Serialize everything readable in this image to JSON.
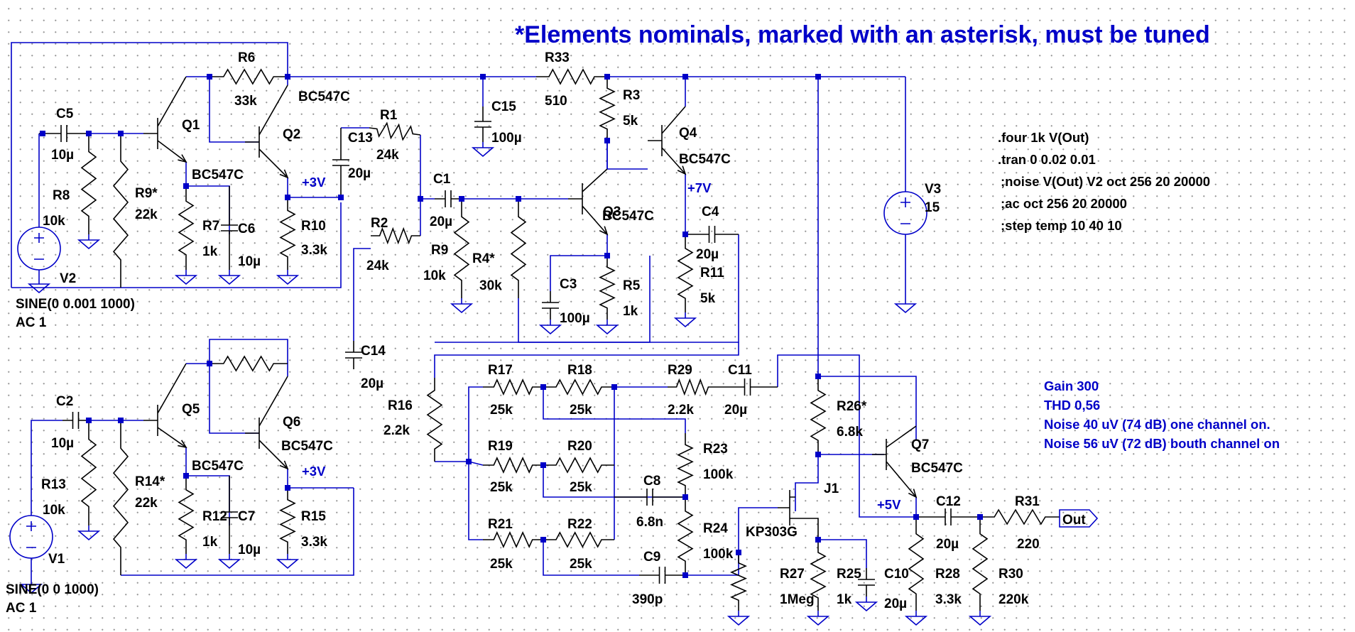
{
  "title": "*Elements nominals, marked with an asterisk, must be tuned",
  "directives": [
    ".four 1k V(Out)",
    ".tran 0 0.02 0.01",
    ";noise V(Out) V2 oct 256 20 20000",
    ";ac oct 256 20 20000",
    ";step temp 10 40 10"
  ],
  "results": [
    "Gain 300",
    "THD 0,56",
    "Noise 40 uV (74 dB) one channel on.",
    "Noise 56 uV (72 dB) bouth channel on"
  ],
  "rails": {
    "rail_3v_a": "+3V",
    "rail_3v_b": "+3V",
    "rail_7v": "+7V",
    "rail_5v": "+5V"
  },
  "out_label": "Out",
  "sources": {
    "V1": {
      "ref": "V1",
      "spec1": "SINE(0 0 1000)",
      "spec2": "AC 1"
    },
    "V2": {
      "ref": "V2",
      "spec1": "SINE(0 0.001 1000)",
      "spec2": "AC 1"
    },
    "V3": {
      "ref": "V3",
      "value": "15"
    }
  },
  "transistors": {
    "Q1": {
      "ref": "Q1",
      "model": "BC547C"
    },
    "Q2": {
      "ref": "Q2",
      "model": "BC547C"
    },
    "Q3": {
      "ref": "Q3",
      "model": "BC547C"
    },
    "Q4": {
      "ref": "Q4",
      "model": "BC547C"
    },
    "Q5": {
      "ref": "Q5",
      "model": "BC547C"
    },
    "Q6": {
      "ref": "Q6",
      "model": "BC547C"
    },
    "Q7": {
      "ref": "Q7",
      "model": "BC547C"
    },
    "J1": {
      "ref": "J1",
      "model": "KP303G"
    }
  },
  "resistors": {
    "R1": {
      "ref": "R1",
      "value": "24k"
    },
    "R2": {
      "ref": "R2",
      "value": "24k"
    },
    "R3": {
      "ref": "R3",
      "value": "5k"
    },
    "R4": {
      "ref": "R4*",
      "value": "30k"
    },
    "R5": {
      "ref": "R5",
      "value": "1k"
    },
    "R6": {
      "ref": "R6",
      "value": "33k"
    },
    "R7": {
      "ref": "R7",
      "value": "1k"
    },
    "R8": {
      "ref": "R8",
      "value": "10k"
    },
    "R9a": {
      "ref": "R9*",
      "value": "22k"
    },
    "R9b": {
      "ref": "R9",
      "value": "10k"
    },
    "R10": {
      "ref": "R10",
      "value": "3.3k"
    },
    "R11": {
      "ref": "R11",
      "value": "5k"
    },
    "R12": {
      "ref": "R12",
      "value": "1k"
    },
    "R13": {
      "ref": "R13",
      "value": "10k"
    },
    "R14": {
      "ref": "R14*",
      "value": "22k"
    },
    "R15": {
      "ref": "R15",
      "value": "3.3k"
    },
    "R16": {
      "ref": "R16",
      "value": "2.2k"
    },
    "R17": {
      "ref": "R17",
      "value": "25k"
    },
    "R18": {
      "ref": "R18",
      "value": "25k"
    },
    "R19": {
      "ref": "R19",
      "value": "25k"
    },
    "R20": {
      "ref": "R20",
      "value": "25k"
    },
    "R21": {
      "ref": "R21",
      "value": "25k"
    },
    "R22": {
      "ref": "R22",
      "value": "25k"
    },
    "R23": {
      "ref": "R23",
      "value": "100k"
    },
    "R24": {
      "ref": "R24",
      "value": "100k"
    },
    "R25": {
      "ref": "R25",
      "value": "1k"
    },
    "R26": {
      "ref": "R26*",
      "value": "6.8k"
    },
    "R27": {
      "ref": "R27",
      "value": "1Meg"
    },
    "R28": {
      "ref": "R28",
      "value": "3.3k"
    },
    "R29": {
      "ref": "R29",
      "value": "2.2k"
    },
    "R30": {
      "ref": "R30",
      "value": "220k"
    },
    "R31": {
      "ref": "R31",
      "value": "220"
    },
    "R33": {
      "ref": "R33",
      "value": "510"
    }
  },
  "capacitors": {
    "C1": {
      "ref": "C1",
      "value": "20µ"
    },
    "C2": {
      "ref": "C2",
      "value": "10µ"
    },
    "C3": {
      "ref": "C3",
      "value": "100µ"
    },
    "C4": {
      "ref": "C4",
      "value": "20µ"
    },
    "C5": {
      "ref": "C5",
      "value": "10µ"
    },
    "C6": {
      "ref": "C6",
      "value": "10µ"
    },
    "C7": {
      "ref": "C7",
      "value": "10µ"
    },
    "C8": {
      "ref": "C8",
      "value": "6.8n"
    },
    "C9": {
      "ref": "C9",
      "value": "390p"
    },
    "C10": {
      "ref": "C10",
      "value": "20µ"
    },
    "C11": {
      "ref": "C11",
      "value": "20µ"
    },
    "C12": {
      "ref": "C12",
      "value": "20µ"
    },
    "C13": {
      "ref": "C13",
      "value": "20µ"
    },
    "C14": {
      "ref": "C14",
      "value": "20µ"
    },
    "C15": {
      "ref": "C15",
      "value": "100µ"
    }
  }
}
